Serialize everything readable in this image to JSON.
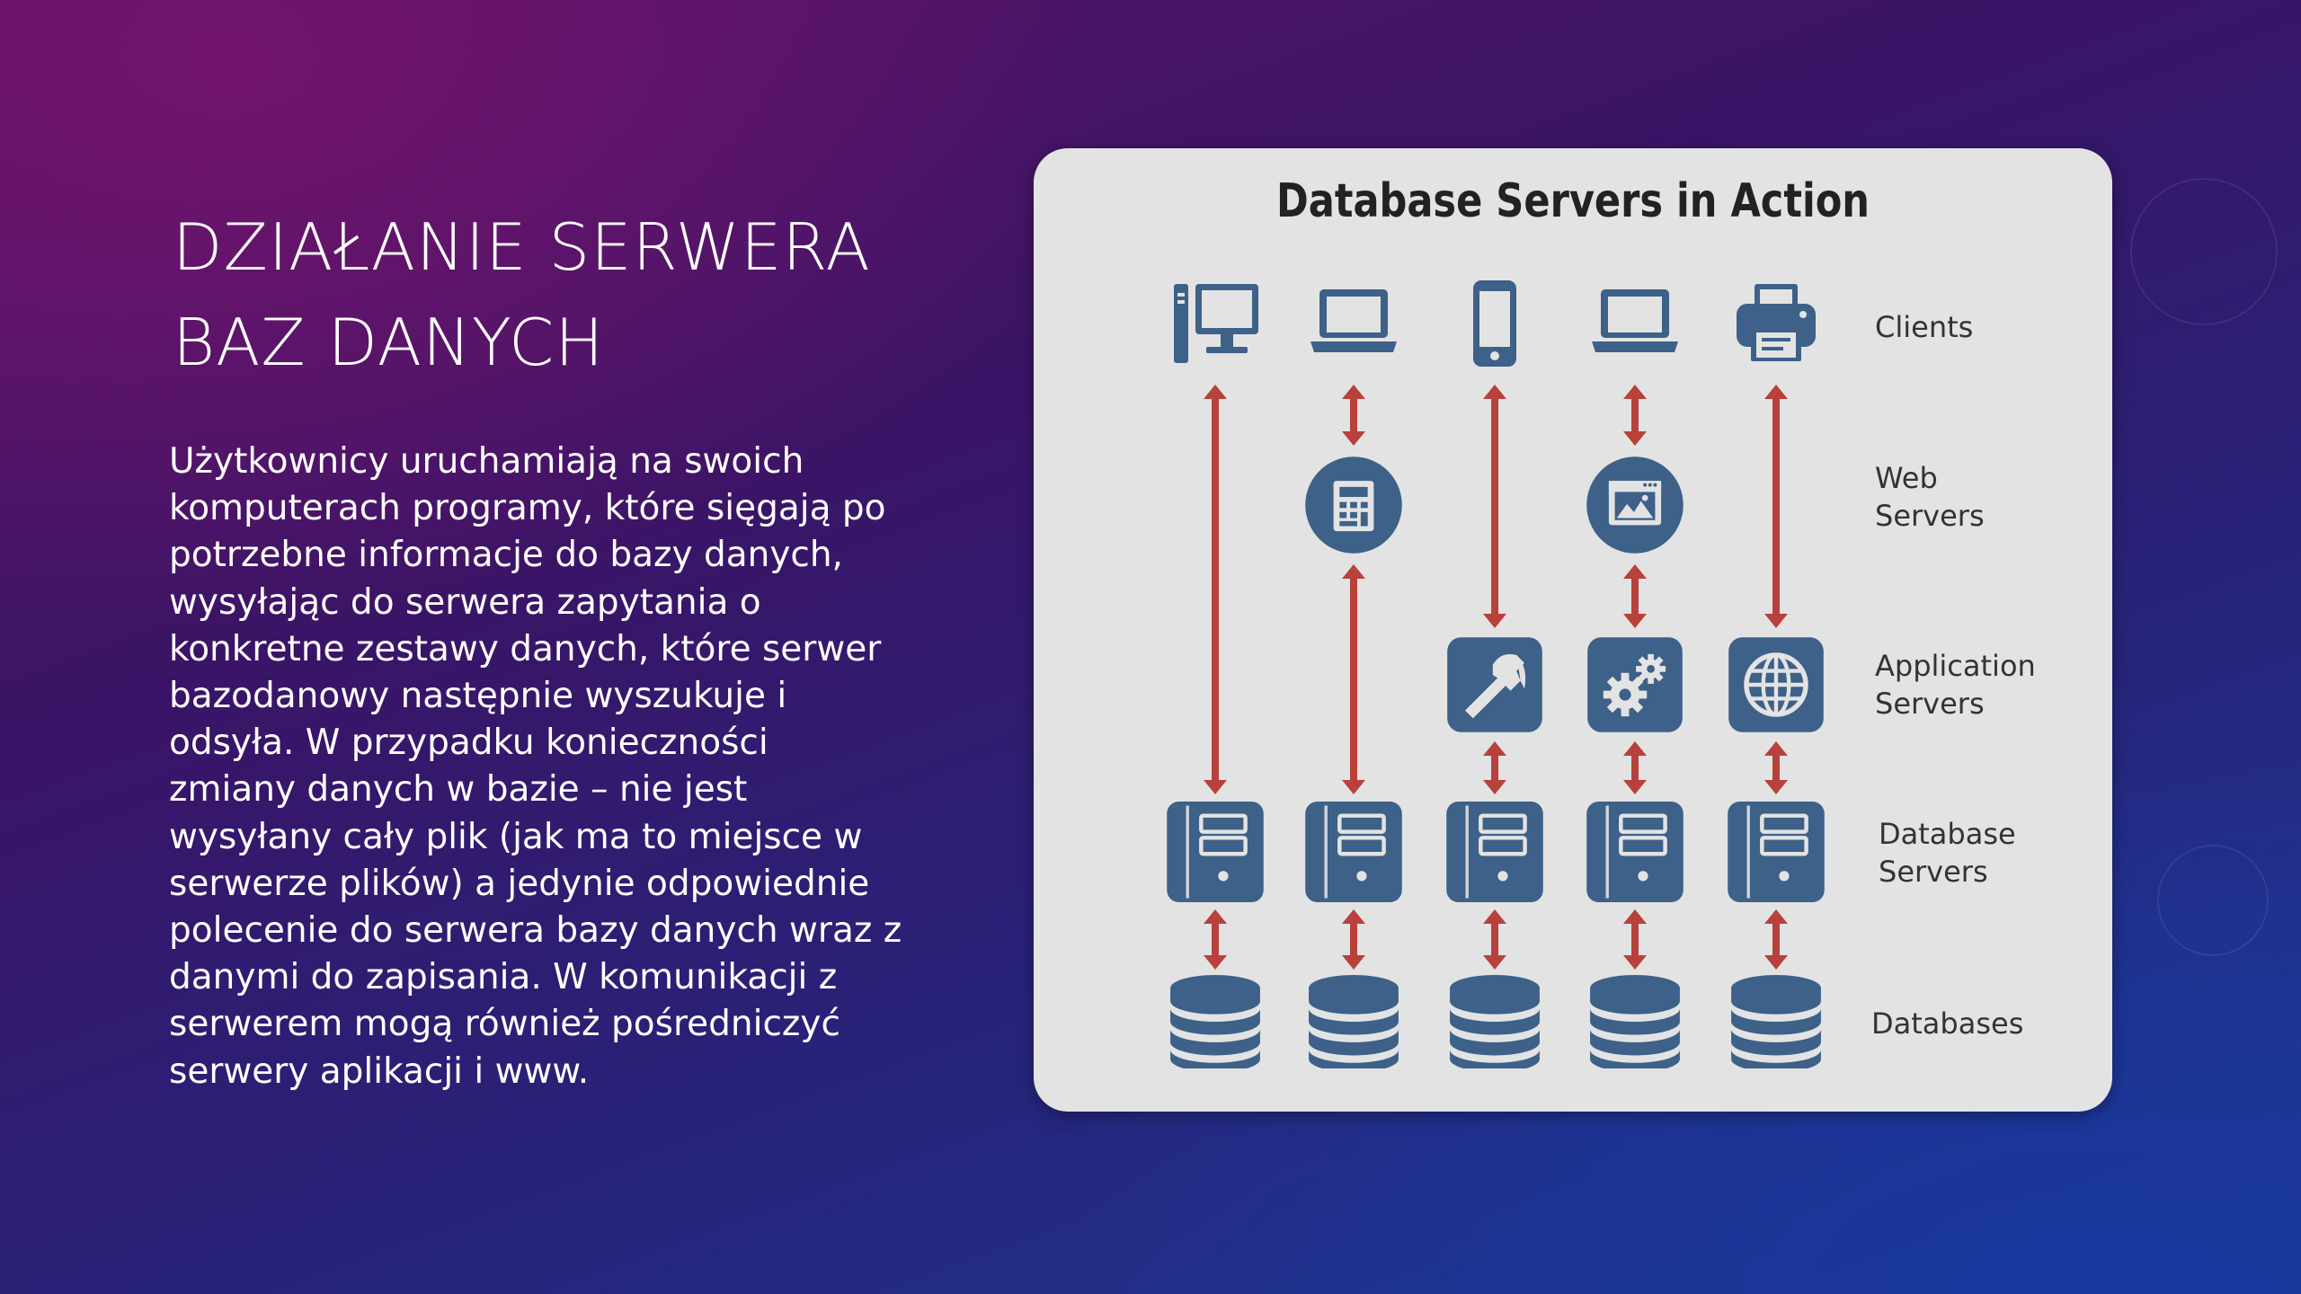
{
  "slide": {
    "title_lines": [
      "DZIAŁANIE SERWERA",
      "BAZ DANYCH"
    ],
    "body": "Użytkownicy uruchamiają na swoich komputerach programy, które sięgają po potrzebne informacje do bazy danych, wysyłając do serwera zapytania o konkretne zestawy danych, które serwer bazodanowy następnie wyszukuje i odsyła. W przypadku konieczności zmiany danych w bazie – nie jest wysyłany cały plik (jak ma to miejsce w serwerze plików) a jedynie odpowiednie polecenie do serwera bazy danych wraz z danymi do zapisania. W komunikacji z serwerem mogą również pośredniczyć serwery aplikacji i www."
  },
  "diagram": {
    "title": "Database Servers in Action",
    "row_labels": [
      {
        "lines": [
          "Clients"
        ]
      },
      {
        "lines": [
          "Web",
          "Servers"
        ]
      },
      {
        "lines": [
          "Application",
          "Servers"
        ]
      },
      {
        "lines": [
          "Database",
          "Servers"
        ]
      },
      {
        "lines": [
          "Databases"
        ]
      }
    ],
    "columns": [
      {
        "client": "desktop-computer-icon",
        "web": null,
        "app": null
      },
      {
        "client": "laptop-icon",
        "web": "calculator-icon",
        "app": null
      },
      {
        "client": "smartphone-icon",
        "web": null,
        "app": "hammer-icon"
      },
      {
        "client": "laptop-icon",
        "web": "browser-window-icon",
        "app": "gears-icon"
      },
      {
        "client": "printer-icon",
        "web": null,
        "app": "globe-icon"
      }
    ],
    "colors": {
      "card_bg": "#e3e3e3",
      "icon_blue": "#3d6188",
      "arrow_red": "#b8413b",
      "text_dark": "#222222"
    }
  }
}
